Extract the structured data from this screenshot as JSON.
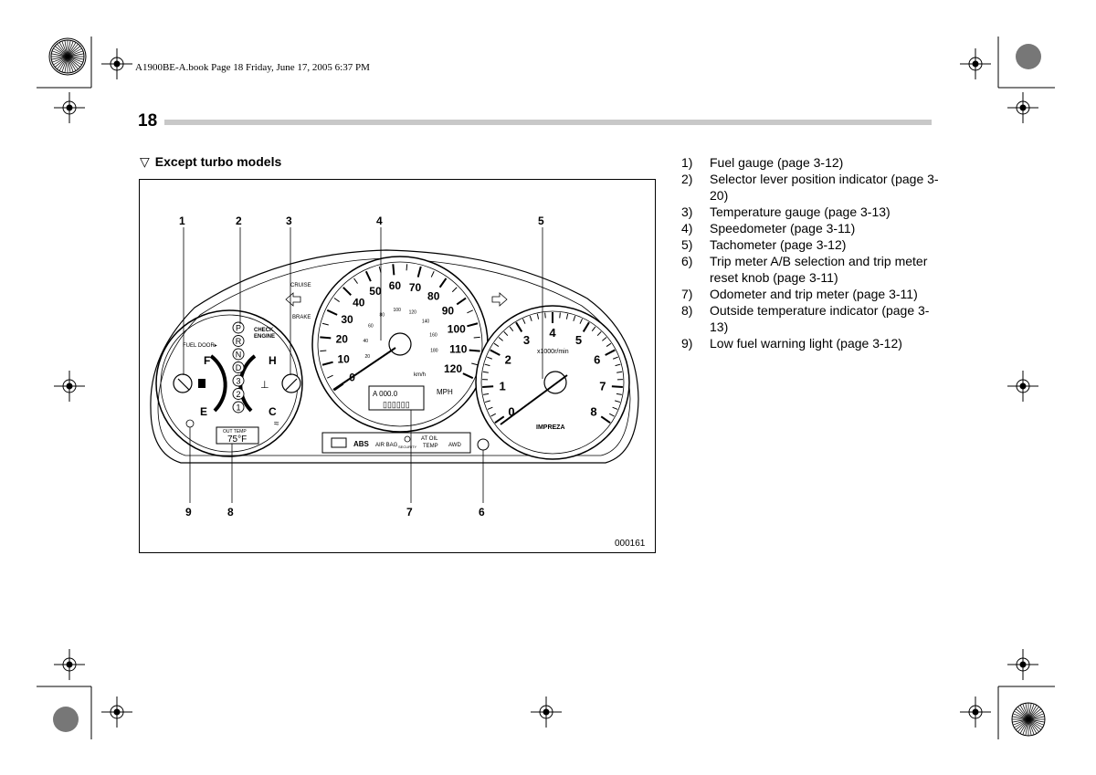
{
  "header": {
    "file_info": "A1900BE-A.book  Page 18  Friday, June 17, 2005  6:37 PM"
  },
  "page": {
    "number": "18"
  },
  "section": {
    "title": "Except turbo models",
    "marker": "▽"
  },
  "figure": {
    "callouts": [
      "1",
      "2",
      "3",
      "4",
      "5",
      "9",
      "8",
      "7",
      "6"
    ],
    "fuel_gauge": {
      "full": "F",
      "empty": "E",
      "door_label": "FUEL DOOR▸"
    },
    "temp_gauge": {
      "hot": "H",
      "cold": "C"
    },
    "selector_positions": [
      "P",
      "R",
      "N",
      "D",
      "3",
      "2",
      "1"
    ],
    "check_engine": [
      "CHECK",
      "ENGINE"
    ],
    "cruise_label": "CRUISE",
    "brake_label": "BRAKE",
    "out_temp": {
      "label": "OUT TEMP",
      "value": "75°F"
    },
    "speedometer": {
      "mph_ticks": [
        "0",
        "10",
        "20",
        "30",
        "40",
        "50",
        "60",
        "70",
        "80",
        "90",
        "100",
        "110",
        "120"
      ],
      "kmh_ticks": [
        "20",
        "40",
        "60",
        "80",
        "100",
        "120",
        "140",
        "160",
        "180"
      ],
      "kmh_unit": "km/h",
      "mph_unit": "MPH",
      "odometer_display": "▯▯▯▯▯▯",
      "trip_display": "A 000.0"
    },
    "tachometer": {
      "ticks": [
        "0",
        "1",
        "2",
        "3",
        "4",
        "5",
        "6",
        "7",
        "8"
      ],
      "unit": "x1000r/min",
      "brand": "IMPREZA"
    },
    "warning_strip": [
      "ABS",
      "AIR BAG",
      "SECURITY",
      "AT OIL",
      "TEMP",
      "AWD"
    ],
    "figure_code": "000161"
  },
  "captions": [
    {
      "num": "1)",
      "text": "Fuel gauge (page 3-12)"
    },
    {
      "num": "2)",
      "text": "Selector lever position indicator (page 3-20)"
    },
    {
      "num": "3)",
      "text": "Temperature gauge (page 3-13)"
    },
    {
      "num": "4)",
      "text": "Speedometer (page 3-11)"
    },
    {
      "num": "5)",
      "text": "Tachometer (page 3-12)"
    },
    {
      "num": "6)",
      "text": "Trip meter A/B selection and trip meter reset knob (page 3-11)"
    },
    {
      "num": "7)",
      "text": "Odometer and trip meter (page 3-11)"
    },
    {
      "num": "8)",
      "text": "Outside temperature indicator (page 3-13)"
    },
    {
      "num": "9)",
      "text": "Low fuel warning light (page 3-12)"
    }
  ]
}
